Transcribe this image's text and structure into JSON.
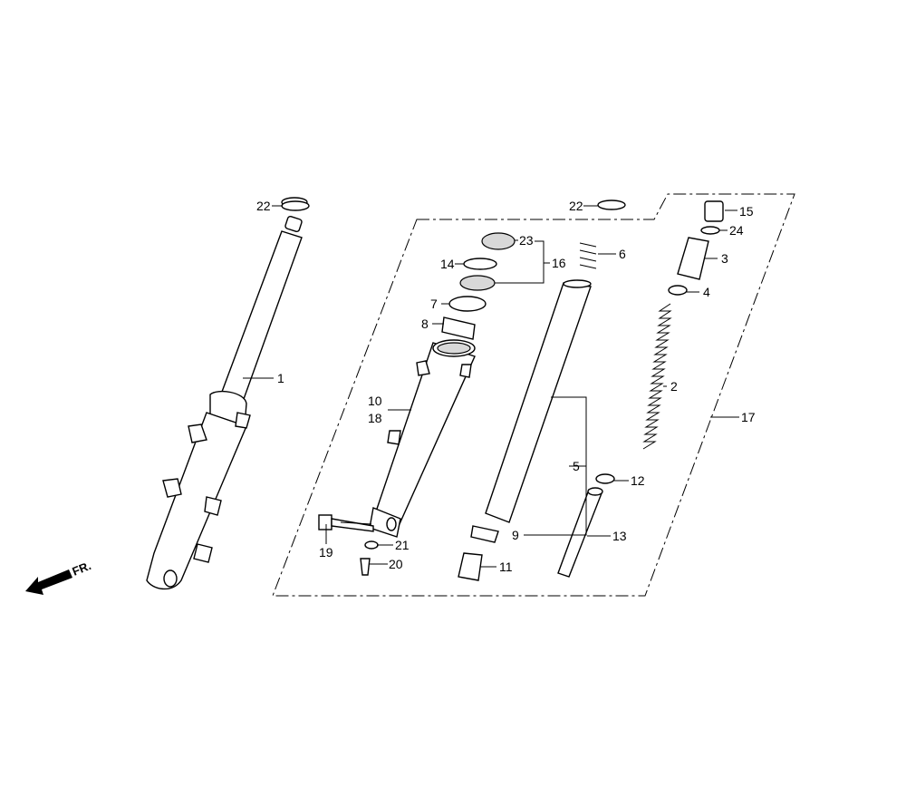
{
  "diagram": {
    "direction_label": "FR.",
    "callouts": [
      {
        "id": "c1",
        "text": "1"
      },
      {
        "id": "c2",
        "text": "2"
      },
      {
        "id": "c3",
        "text": "3"
      },
      {
        "id": "c4",
        "text": "4"
      },
      {
        "id": "c5",
        "text": "5"
      },
      {
        "id": "c6",
        "text": "6"
      },
      {
        "id": "c7",
        "text": "7"
      },
      {
        "id": "c8",
        "text": "8"
      },
      {
        "id": "c9",
        "text": "9"
      },
      {
        "id": "c10",
        "text": "10"
      },
      {
        "id": "c11",
        "text": "11"
      },
      {
        "id": "c12",
        "text": "12"
      },
      {
        "id": "c13",
        "text": "13"
      },
      {
        "id": "c14",
        "text": "14"
      },
      {
        "id": "c15",
        "text": "15"
      },
      {
        "id": "c16",
        "text": "16"
      },
      {
        "id": "c17",
        "text": "17"
      },
      {
        "id": "c18",
        "text": "18"
      },
      {
        "id": "c19",
        "text": "19"
      },
      {
        "id": "c20",
        "text": "20"
      },
      {
        "id": "c21",
        "text": "21"
      },
      {
        "id": "c22a",
        "text": "22"
      },
      {
        "id": "c22b",
        "text": "22"
      },
      {
        "id": "c23",
        "text": "23"
      },
      {
        "id": "c24",
        "text": "24"
      }
    ]
  }
}
